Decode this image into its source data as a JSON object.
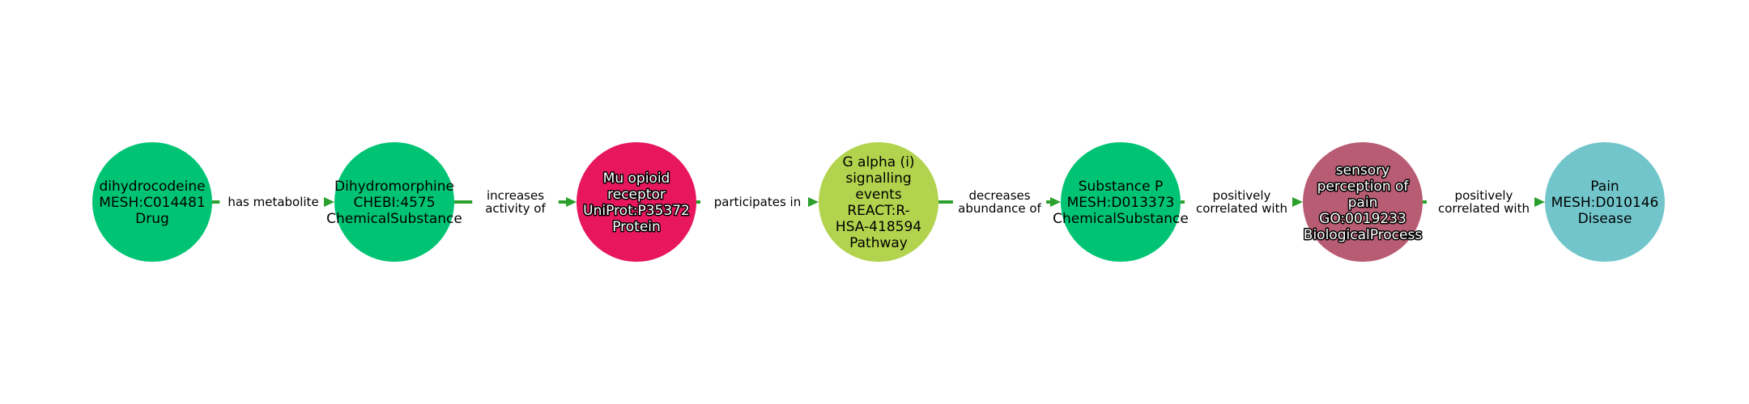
{
  "edge_color": "#2ca02c",
  "nodes": [
    {
      "id": "n1",
      "lines": [
        "dihydrocodeine",
        "MESH:C014481",
        "Drug"
      ],
      "color": "#00c474",
      "text_color": "#000000",
      "halo": false
    },
    {
      "id": "n2",
      "lines": [
        "Dihydromorphine",
        "CHEBI:4575",
        "ChemicalSubstance"
      ],
      "color": "#00c474",
      "text_color": "#000000",
      "halo": false
    },
    {
      "id": "n3",
      "lines": [
        "Mu opioid",
        "receptor",
        "UniProt:P35372",
        "Protein"
      ],
      "color": "#e8175d",
      "text_color": "#ffffff",
      "halo": true
    },
    {
      "id": "n4",
      "lines": [
        "G alpha (i)",
        "signalling",
        "events",
        "REACT:R-",
        "HSA-418594",
        "Pathway"
      ],
      "color": "#b2d34d",
      "text_color": "#000000",
      "halo": false
    },
    {
      "id": "n5",
      "lines": [
        "Substance P",
        "MESH:D013373",
        "ChemicalSubstance"
      ],
      "color": "#00c474",
      "text_color": "#000000",
      "halo": false
    },
    {
      "id": "n6",
      "lines": [
        "sensory",
        "perception of",
        "pain",
        "GO:0019233",
        "BiologicalProcess"
      ],
      "color": "#b85c73",
      "text_color": "#ffffff",
      "halo": true
    },
    {
      "id": "n7",
      "lines": [
        "Pain",
        "MESH:D010146",
        "Disease"
      ],
      "color": "#72c6cb",
      "text_color": "#000000",
      "halo": false
    }
  ],
  "edges": [
    {
      "from": "n1",
      "to": "n2",
      "lines": [
        "has metabolite"
      ]
    },
    {
      "from": "n2",
      "to": "n3",
      "lines": [
        "increases",
        "activity of"
      ]
    },
    {
      "from": "n3",
      "to": "n4",
      "lines": [
        "participates in"
      ]
    },
    {
      "from": "n4",
      "to": "n5",
      "lines": [
        "decreases",
        "abundance of"
      ]
    },
    {
      "from": "n5",
      "to": "n6",
      "lines": [
        "positively",
        "correlated with"
      ]
    },
    {
      "from": "n6",
      "to": "n7",
      "lines": [
        "positively",
        "correlated with"
      ]
    }
  ]
}
